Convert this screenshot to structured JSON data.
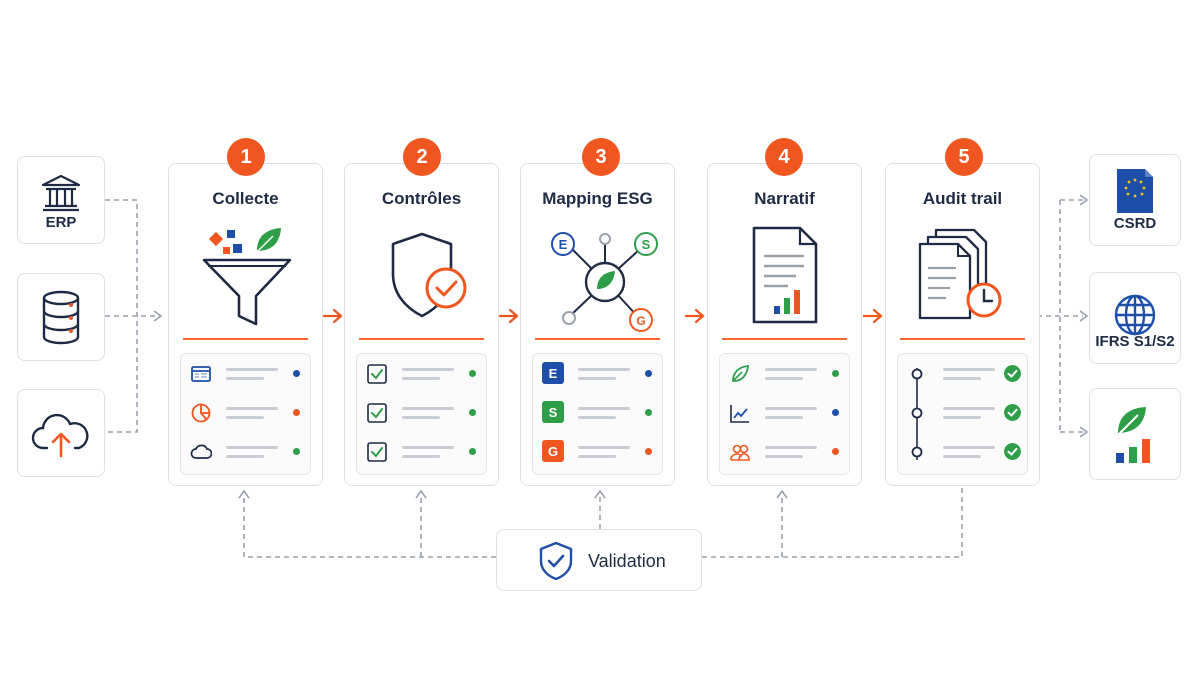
{
  "sources": [
    {
      "label": "ERP",
      "icon": "bank-icon"
    },
    {
      "label": "",
      "icon": "database-icon"
    },
    {
      "label": "",
      "icon": "cloud-upload-icon"
    }
  ],
  "stages": [
    {
      "number": "1",
      "title": "Collecte",
      "icon": "funnel-icon",
      "rows": [
        {
          "icon": "spreadsheet-icon",
          "dot": "#1d4ea8"
        },
        {
          "icon": "pie-chart-icon",
          "dot": "#f0561f"
        },
        {
          "icon": "cloud-icon",
          "dot": "#2e9e48"
        }
      ]
    },
    {
      "number": "2",
      "title": "Contrôles",
      "icon": "shield-check-icon",
      "rows": [
        {
          "icon": "checkbox-icon",
          "dot": "#2e9e48"
        },
        {
          "icon": "checkbox-icon",
          "dot": "#2e9e48"
        },
        {
          "icon": "checkbox-icon",
          "dot": "#2e9e48"
        }
      ]
    },
    {
      "number": "3",
      "title": "Mapping ESG",
      "icon": "network-icon",
      "rows": [
        {
          "letter": "E",
          "color": "#1d4ea8",
          "dot": "#1d4ea8"
        },
        {
          "letter": "S",
          "color": "#2e9e48",
          "dot": "#2e9e48"
        },
        {
          "letter": "G",
          "color": "#f0561f",
          "dot": "#f0561f"
        }
      ]
    },
    {
      "number": "4",
      "title": "Narratif",
      "icon": "report-icon",
      "rows": [
        {
          "icon": "leaf-icon",
          "dot": "#2e9e48"
        },
        {
          "icon": "trend-icon",
          "dot": "#1d4ea8"
        },
        {
          "icon": "people-icon",
          "dot": "#f0561f"
        }
      ]
    },
    {
      "number": "5",
      "title": "Audit trail",
      "icon": "documents-clock-icon",
      "rows": [
        {
          "icon": "timeline-node-icon",
          "dot": "#2e9e48"
        },
        {
          "icon": "timeline-node-icon",
          "dot": "#2e9e48"
        },
        {
          "icon": "timeline-node-icon",
          "dot": "#2e9e48"
        }
      ]
    }
  ],
  "outputs": [
    {
      "label": "CSRD",
      "icon": "eu-flag-icon"
    },
    {
      "label": "IFRS S1/S2",
      "icon": "globe-icon"
    },
    {
      "label": "",
      "icon": "leaf-chart-icon"
    }
  ],
  "validation": {
    "label": "Validation",
    "icon": "shield-check-icon"
  },
  "colors": {
    "orange": "#f0561f",
    "navy": "#1f2a44",
    "blue": "#1d4ea8",
    "green": "#2e9e48"
  }
}
